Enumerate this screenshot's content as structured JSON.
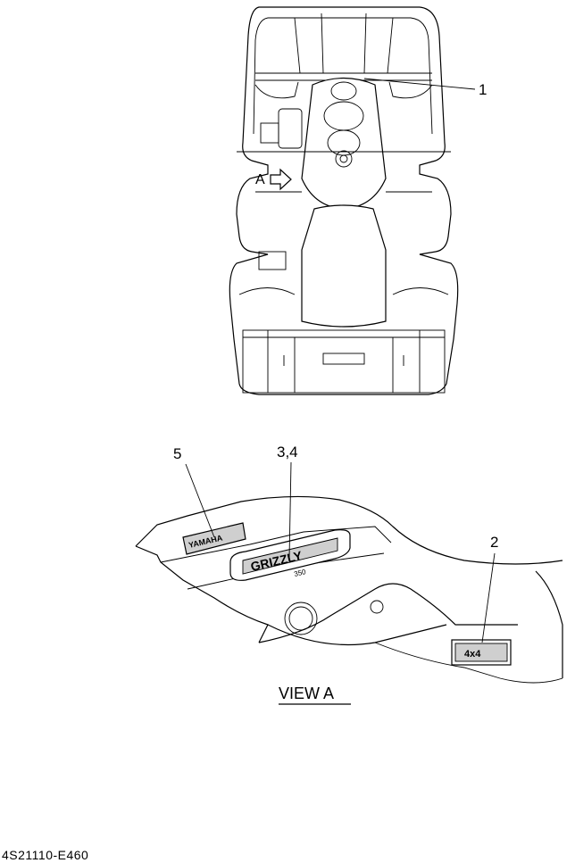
{
  "diagram": {
    "callouts": {
      "c1": "1",
      "c2": "2",
      "c34": "3,4",
      "c5": "5",
      "view_marker": "A"
    },
    "view_title": "VIEW A",
    "drawing_code": "4S21110-E460",
    "decal_text": {
      "brand": "YAMAHA",
      "model": "GRIZZLY",
      "model_sub": "350",
      "badge": "4x4"
    },
    "colors": {
      "line": "#000000",
      "background": "#ffffff",
      "decal_fill": "#cfcfcf"
    }
  }
}
